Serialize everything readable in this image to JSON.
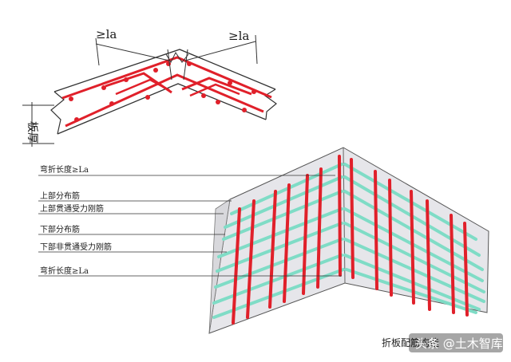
{
  "top_detail": {
    "dim_left": "≥la",
    "dim_right": "≥la",
    "thickness": "板厚"
  },
  "callouts": [
    "弯折长度≥La",
    "上部分布筋",
    "上部贯通受力刚筋",
    "下部分布筋",
    "下部非贯通受力刚筋",
    "弯折长度≥La"
  ],
  "caption": "折板配筋构造",
  "watermark": "头条 @土木智库",
  "colors": {
    "rebar_main": "#e0202a",
    "rebar_distribution": "#7fdcc6",
    "slab_fill": "#e6e6ea",
    "outline": "#333333"
  }
}
